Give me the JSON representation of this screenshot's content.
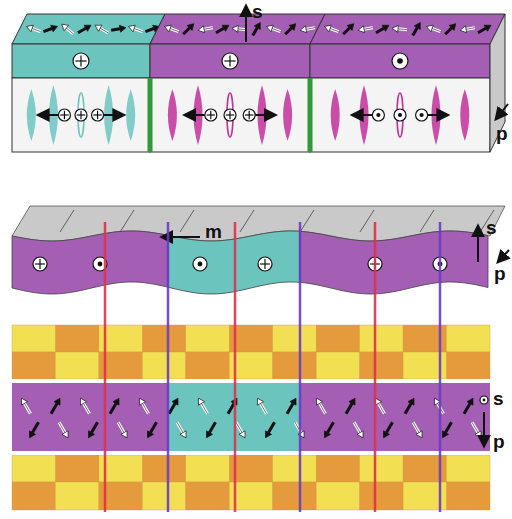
{
  "diagram": {
    "labels": [
      "s",
      "p",
      "m",
      "s",
      "p",
      "s",
      "p"
    ]
  }
}
